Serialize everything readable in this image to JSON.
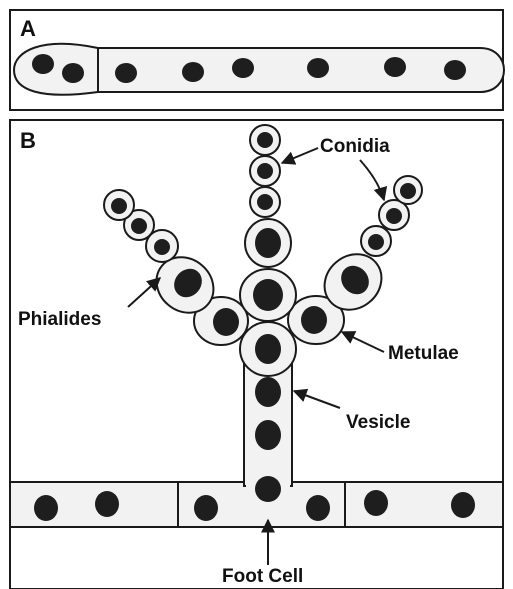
{
  "panels": {
    "a": {
      "label": "A"
    },
    "b": {
      "label": "B"
    }
  },
  "callouts": {
    "conidia": "Conidia",
    "phialides": "Phialides",
    "metulae": "Metulae",
    "vesicle": "Vesicle",
    "foot_cell": "Foot Cell"
  },
  "colors": {
    "cell_fill": "#f2f2f2",
    "nucleus": "#1e1e1e",
    "outline": "#1a1a1a",
    "background": "#ffffff"
  }
}
